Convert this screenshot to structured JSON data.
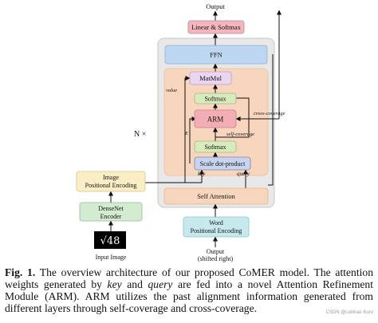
{
  "diagram": {
    "output_top": "Output",
    "linear_softmax": "Linear & Softmax",
    "ffn": "FFN",
    "matmul": "MatMul",
    "softmax_upper": "Softmax",
    "arm": "ARM",
    "softmax_lower": "Softmax",
    "scale_dot_product": "Scale dot-product",
    "self_attention": "Self Attention",
    "word_pe_line1": "Word",
    "word_pe_line2": "Positional Encoding",
    "output_bottom_line1": "Output",
    "output_bottom_line2": "(shifted right)",
    "image_pe_line1": "Image",
    "image_pe_line2": "Positional Encoding",
    "densenet_line1": "DenseNet",
    "densenet_line2": "Encoder",
    "input_image": "Input Image",
    "input_glyph": "√48",
    "n_times": "N ×",
    "value": "value",
    "key": "key",
    "query": "query",
    "e_label": "E",
    "self_coverage": "self-coverage",
    "cross_coverage": "cross-coverage"
  },
  "caption": {
    "fig": "Fig. 1.",
    "t1": " The overview architecture of our proposed CoMER model. The attention weights generated by ",
    "key": "key",
    "t2": " and ",
    "query": "query",
    "t3": " are fed into a novel Attention Refinement Module (ARM). ARM utilizes the past alignment information generated from different layers through self-coverage and cross-coverage."
  },
  "watermark": "CSDN @Leilinas Kuro",
  "colors": {
    "outer_block": "#e8e8e8",
    "decoder_block": "#f8d6bd",
    "linear_softmax": "#f3b6be",
    "ffn": "#bdd6f2",
    "matmul": "#ead6f1",
    "softmax": "#d7ebbc",
    "arm": "#f3aeb5",
    "scale_dot_product": "#c7d3ef",
    "word_pe": "#c6e9ee",
    "image_pe": "#fbeec4",
    "densenet": "#d3ebd1"
  }
}
